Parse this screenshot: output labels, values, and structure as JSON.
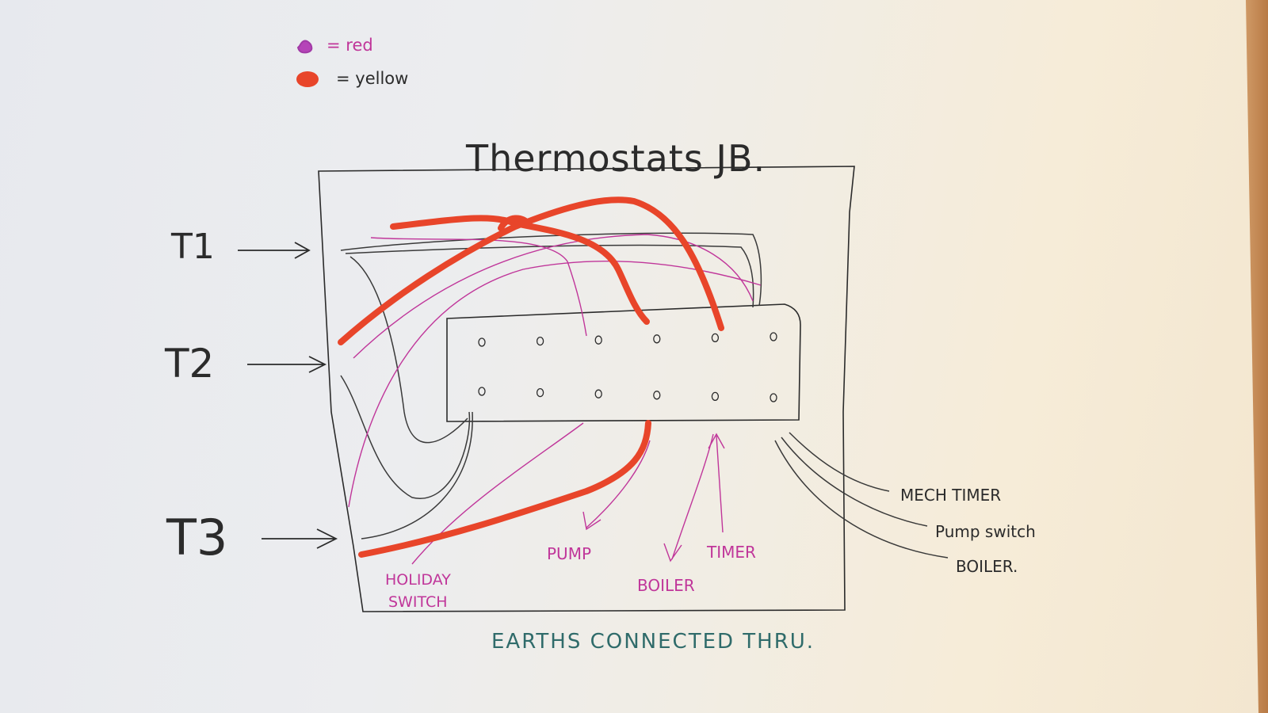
{
  "legend": {
    "magenta_label": "= red",
    "orange_label": "= yellow"
  },
  "box_title": "Thermostats JB.",
  "terminals": {
    "t1": "T1",
    "t2": "T2",
    "t3": "T3"
  },
  "bottom_labels": {
    "holiday_switch_line1": "HOLIDAY",
    "holiday_switch_line2": "SWITCH",
    "pump": "PUMP",
    "boiler": "BOILER",
    "timer": "TIMER"
  },
  "right_labels": {
    "mech_timer": "MECH TIMER",
    "pump_switch": "Pump switch",
    "boiler": "BOILER."
  },
  "footer_note": "EARTHS CONNECTED THRU.",
  "colors": {
    "magenta_wire": "#c0369a",
    "orange_wire": "#e8452a",
    "pencil": "#2b2b2b",
    "footer_ink": "#2f6b6a"
  },
  "terminal_block": {
    "rows": 2,
    "terminals_per_row": 6
  }
}
